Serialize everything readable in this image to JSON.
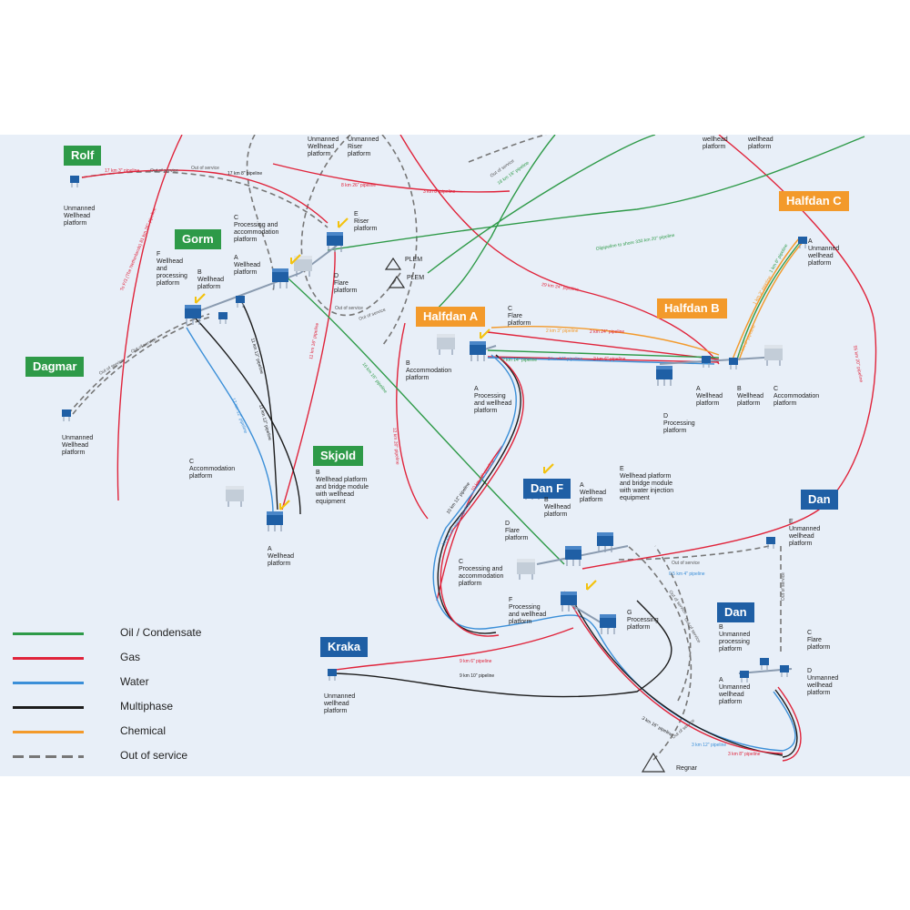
{
  "colors": {
    "background": "#e8eff8",
    "oil": "#2e9a48",
    "gas": "#e0233a",
    "water": "#3b8fd8",
    "multiphase": "#1c1c1c",
    "chemical": "#f39a2b",
    "out_of_service": "#777777",
    "field_green": "#2e9a48",
    "field_orange": "#f39a2b",
    "field_blue": "#1f5fa5"
  },
  "fields": {
    "rolf": "Rolf",
    "gorm": "Gorm",
    "dagmar": "Dagmar",
    "skjold": "Skjold",
    "halfdan_a": "Halfdan A",
    "halfdan_b": "Halfdan B",
    "halfdan_c": "Halfdan C",
    "dan_f": "Dan F",
    "dan_e": "Dan",
    "dan_bcd": "Dan",
    "kraka": "Kraka"
  },
  "platforms": {
    "top_unmanned_wellhead": "Unmanned\nWellhead\nplatform",
    "top_unmanned_riser": "Unmanned\nRiser\nplatform",
    "top_right_1": "wellhead\nplatform",
    "top_right_2": "wellhead\nplatform",
    "rolf": "Unmanned\nWellhead\nplatform",
    "gorm_c": "C\nProcessing and\naccommodation\nplatform",
    "gorm_e": "E\nRiser\nplatform",
    "gorm_a": "A\nWellhead\nplatform",
    "gorm_b": "B\nWellhead\nplatform",
    "gorm_f": "F\nWellhead\nand\nprocessing\nplatform",
    "gorm_d": "D\nFlare\nplatform",
    "plem_1": "PLEM",
    "plem_2": "PLEM",
    "dagmar": "Unmanned\nWellhead\nplatform",
    "skjold_c": "C\nAccommodation\nplatform",
    "skjold_b": "B\nWellhead platform\nand bridge module\nwith wellhead\nequipment",
    "skjold_a": "A\nWellhead\nplatform",
    "halfdan_a_c": "C\nFlare\nplatform",
    "halfdan_a_b": "B\nAccommodation\nplatform",
    "halfdan_a_a": "A\nProcessing\nand wellhead\nplatform",
    "halfdan_b_a": "A\nWellhead\nplatform",
    "halfdan_b_b": "B\nWellhead\nplatform",
    "halfdan_b_c": "C\nAccommodation\nplatform",
    "halfdan_b_d": "D\nProcessing\nplatform",
    "halfdan_c_a": "A\nUnmanned\nwellhead\nplatform",
    "dan_f_a": "A\nWellhead\nplatform",
    "dan_f_b": "B\nWellhead\nplatform",
    "dan_f_e": "E\nWellhead platform\nand bridge module\nwith water injection\nequipment",
    "dan_f_d": "D\nFlare\nplatform",
    "dan_f_c": "C\nProcessing and\naccommodation\nplatform",
    "dan_f_f": "F\nProcessing\nand wellhead\nplatform",
    "dan_f_g": "G\nProcessing\nplatform",
    "dan_e_e": "E\nUnmanned\nwellhead\nplatform",
    "dan_b": "B\nUnmanned\nprocessing\nplatform",
    "dan_c": "C\nFlare\nplatform",
    "dan_a": "A\nUnmanned\nwellhead\nplatform",
    "dan_d": "D\nUnmanned\nwellhead\nplatform",
    "kraka": "Unmanned\nwellhead\nplatform",
    "regnar": "Regnar"
  },
  "pipelines": {
    "rolf_gas": "17 km 3\" pipeline",
    "rolf_oos": "Out of service",
    "rolf_oos_2": "Out of service",
    "rolf_multi": "17 km 8\" pipeline",
    "gorm_26": "8 km 26\" pipeline",
    "to_f3": "To F/3 (The Netherlands) 81 km 26\" pipeline",
    "gorm_8": "3 km 8\" pipeline",
    "out_of_service_top": "Out of service",
    "oil_18km": "18 km 16\" pipeline",
    "oil_to_shore": "Oilpipeline to shore 330 km 20\" pipeline",
    "h_c_oil": "1 km 6\" pipeline",
    "h_c_chem": "1 km 3\" pipeline",
    "h_24_29": "29 km 24\" pipeline",
    "h_chem_3": "2 km 3\" pipeline",
    "h_gas_24": "2 km 24\" pipeline",
    "h_oil_14": "2 km 14\" pipeline",
    "h_water_12": "2 km 12\" pipeline",
    "h_gas_6": "2 km 6\" pipeline",
    "b_chem": "7 km 3\" pipeline",
    "gorm_oos_1": "Out of service",
    "gorm_oos_2": "Out of service",
    "dagmar_oos": "Out of service",
    "dagmar_oos_2": "Out of service",
    "gorm_gas_11": "11 km 16\" pipeline",
    "skjold_multi": "11 km 12\" pipeline",
    "skjold_water": "12 km 12\" pipeline",
    "gorm_skjold_multi": "11 km 12\" pipeline",
    "gorm_oil_16": "16 km 16\" pipeline",
    "gas_to_tyra": "12 km 20\" pipeline",
    "long_gas": "55 km 20\" pipeline",
    "danf_multi": "10 km 12\" pipeline",
    "danf_water": "10 km 16\" water pipeline",
    "danf_gas": "10 km 12\" pipeline",
    "dan_e_oos": "Out of service",
    "dan_e_water": "0.5 km 4\" pipeline",
    "dan_oos_1": "Out of service",
    "dan_oos_2": "Out of service",
    "dan_oos_3": "Out of service",
    "kraka_gas": "9 km 6\" pipeline",
    "kraka_multi": "9 km 10\" pipeline",
    "dan_multi": "3 km 16\" pipeline",
    "dan_water": "3 km 12\" pipeline",
    "dan_gas": "3 km 8\" pipeline",
    "regnar_oos": "Out of service"
  },
  "legend": [
    {
      "label": "Oil / Condensate",
      "color": "#2e9a48",
      "style": "solid"
    },
    {
      "label": "Gas",
      "color": "#e0233a",
      "style": "solid"
    },
    {
      "label": "Water",
      "color": "#3b8fd8",
      "style": "solid"
    },
    {
      "label": "Multiphase",
      "color": "#1c1c1c",
      "style": "solid"
    },
    {
      "label": "Chemical",
      "color": "#f39a2b",
      "style": "solid"
    },
    {
      "label": "Out of service",
      "color": "#777777",
      "style": "dashed"
    }
  ]
}
